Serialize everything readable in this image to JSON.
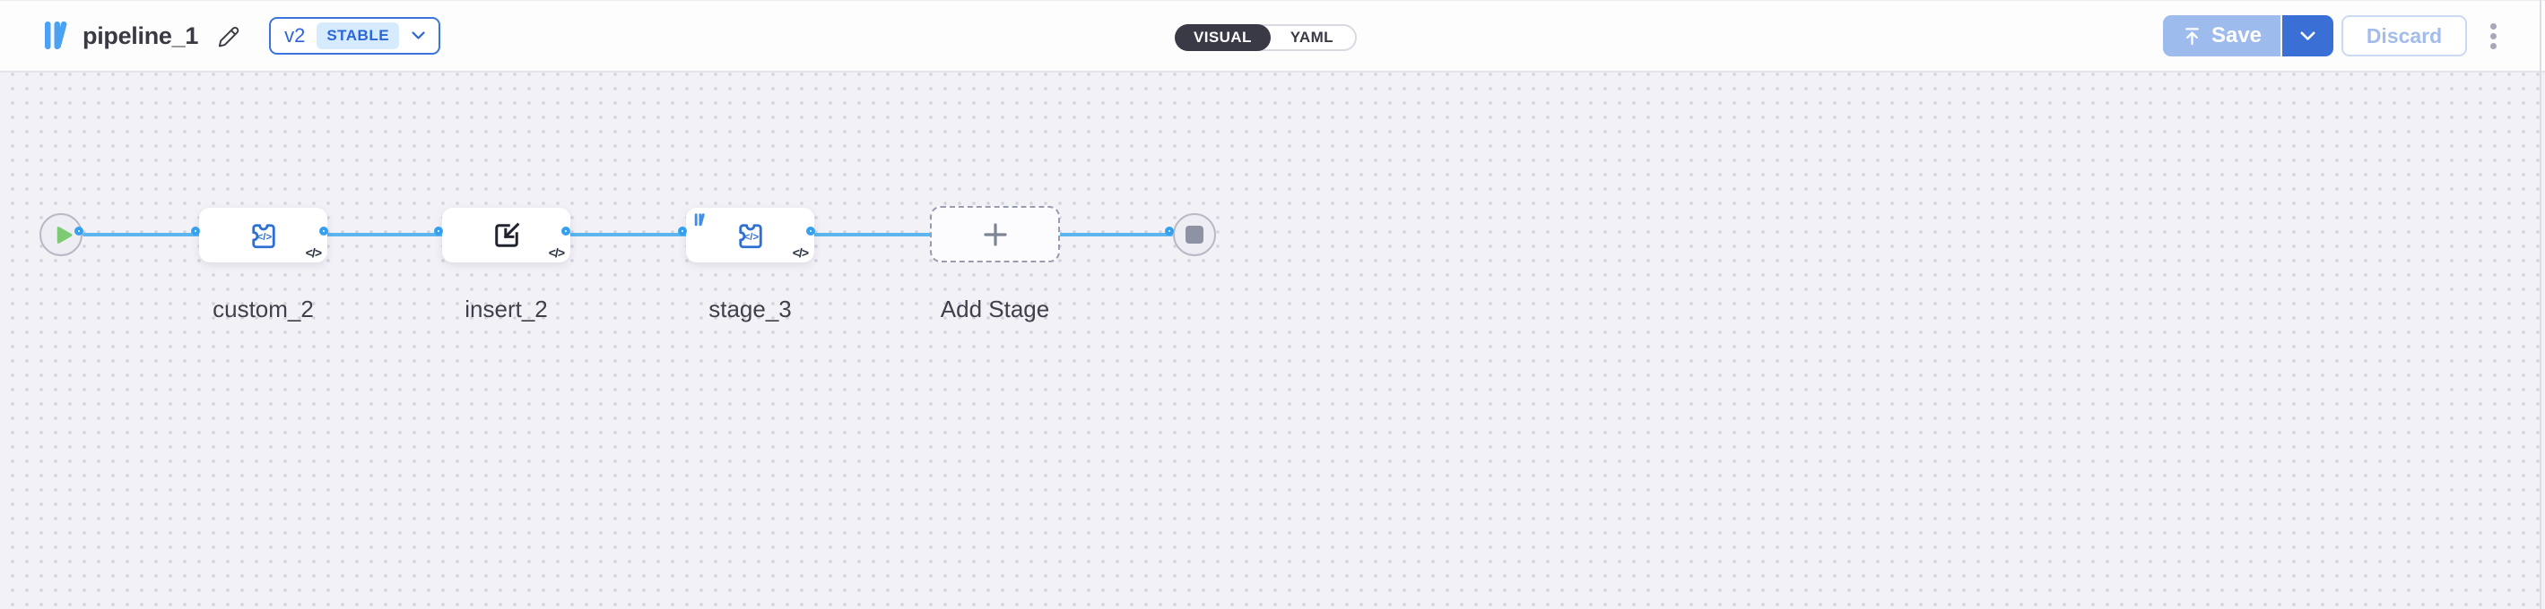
{
  "header": {
    "title": "pipeline_1",
    "version_label": "v2",
    "version_badge": "STABLE",
    "toggle": {
      "visual": "VISUAL",
      "yaml": "YAML",
      "selected": "VISUAL"
    },
    "save_label": "Save",
    "discard_label": "Discard"
  },
  "canvas": {
    "stages": [
      {
        "name": "custom_2",
        "icon": "puzzle-code-icon",
        "code_glyph": "</>"
      },
      {
        "name": "insert_2",
        "icon": "import-icon",
        "code_glyph": "</>"
      },
      {
        "name": "stage_3",
        "icon": "puzzle-code-icon",
        "code_glyph": "</>",
        "library_badge": true
      }
    ],
    "add_stage_label": "Add Stage",
    "start_node": "play",
    "end_node": "stop"
  },
  "colors": {
    "accent_blue": "#2b66d9",
    "save_disabled_bg": "#9dbbec",
    "save_dropdown_bg": "#3a70d6",
    "edge_blue": "#5cb5ee",
    "port_blue": "#36a0f0",
    "toggle_dark": "#3a3a47",
    "stable_badge_bg": "#d6ebfd",
    "play_green": "#7ccb72",
    "stop_gray": "#8e93a3",
    "canvas_bg": "#f1f1f6"
  }
}
